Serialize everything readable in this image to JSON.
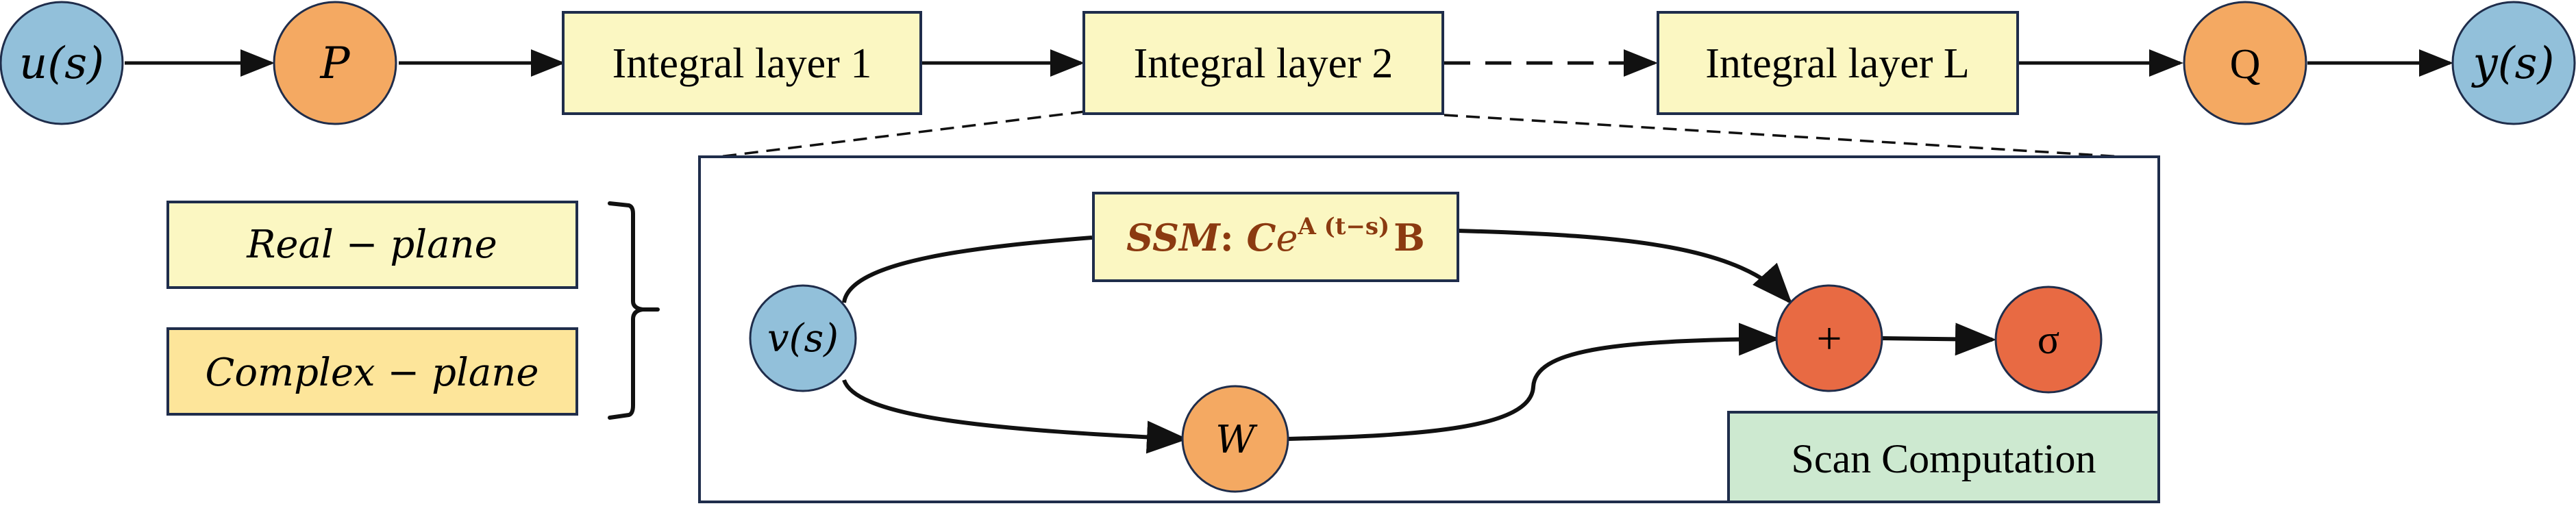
{
  "colors": {
    "node_blue": "#92c0da",
    "node_orange": "#f4a962",
    "node_red": "#e86a43",
    "box_yellow": "#fbf7c2",
    "box_light_orange": "#fde59a",
    "box_green": "#cde9d0",
    "stroke_navy": "#1f2d4b",
    "ssm_text": "#8b3a10"
  },
  "pipeline": {
    "input": {
      "base": "u",
      "arg": "(s)"
    },
    "lift": "P",
    "layer1": "Integral layer 1",
    "layer2": "Integral layer 2",
    "layerL": "Integral layer L",
    "project": "Q",
    "output": {
      "base": "y",
      "arg": "(s)"
    }
  },
  "legend": {
    "real": "Real − plane",
    "complex": "Complex − plane"
  },
  "detail": {
    "v": {
      "base": "v",
      "arg": "(s)"
    },
    "ssm": {
      "prefix": "SSM",
      "colon": ": ",
      "c": "C",
      "e": "e",
      "exp": "A (t−s)",
      "b": "B"
    },
    "w": "W",
    "plus": "+",
    "sigma": "σ",
    "scan": "Scan Computation"
  }
}
